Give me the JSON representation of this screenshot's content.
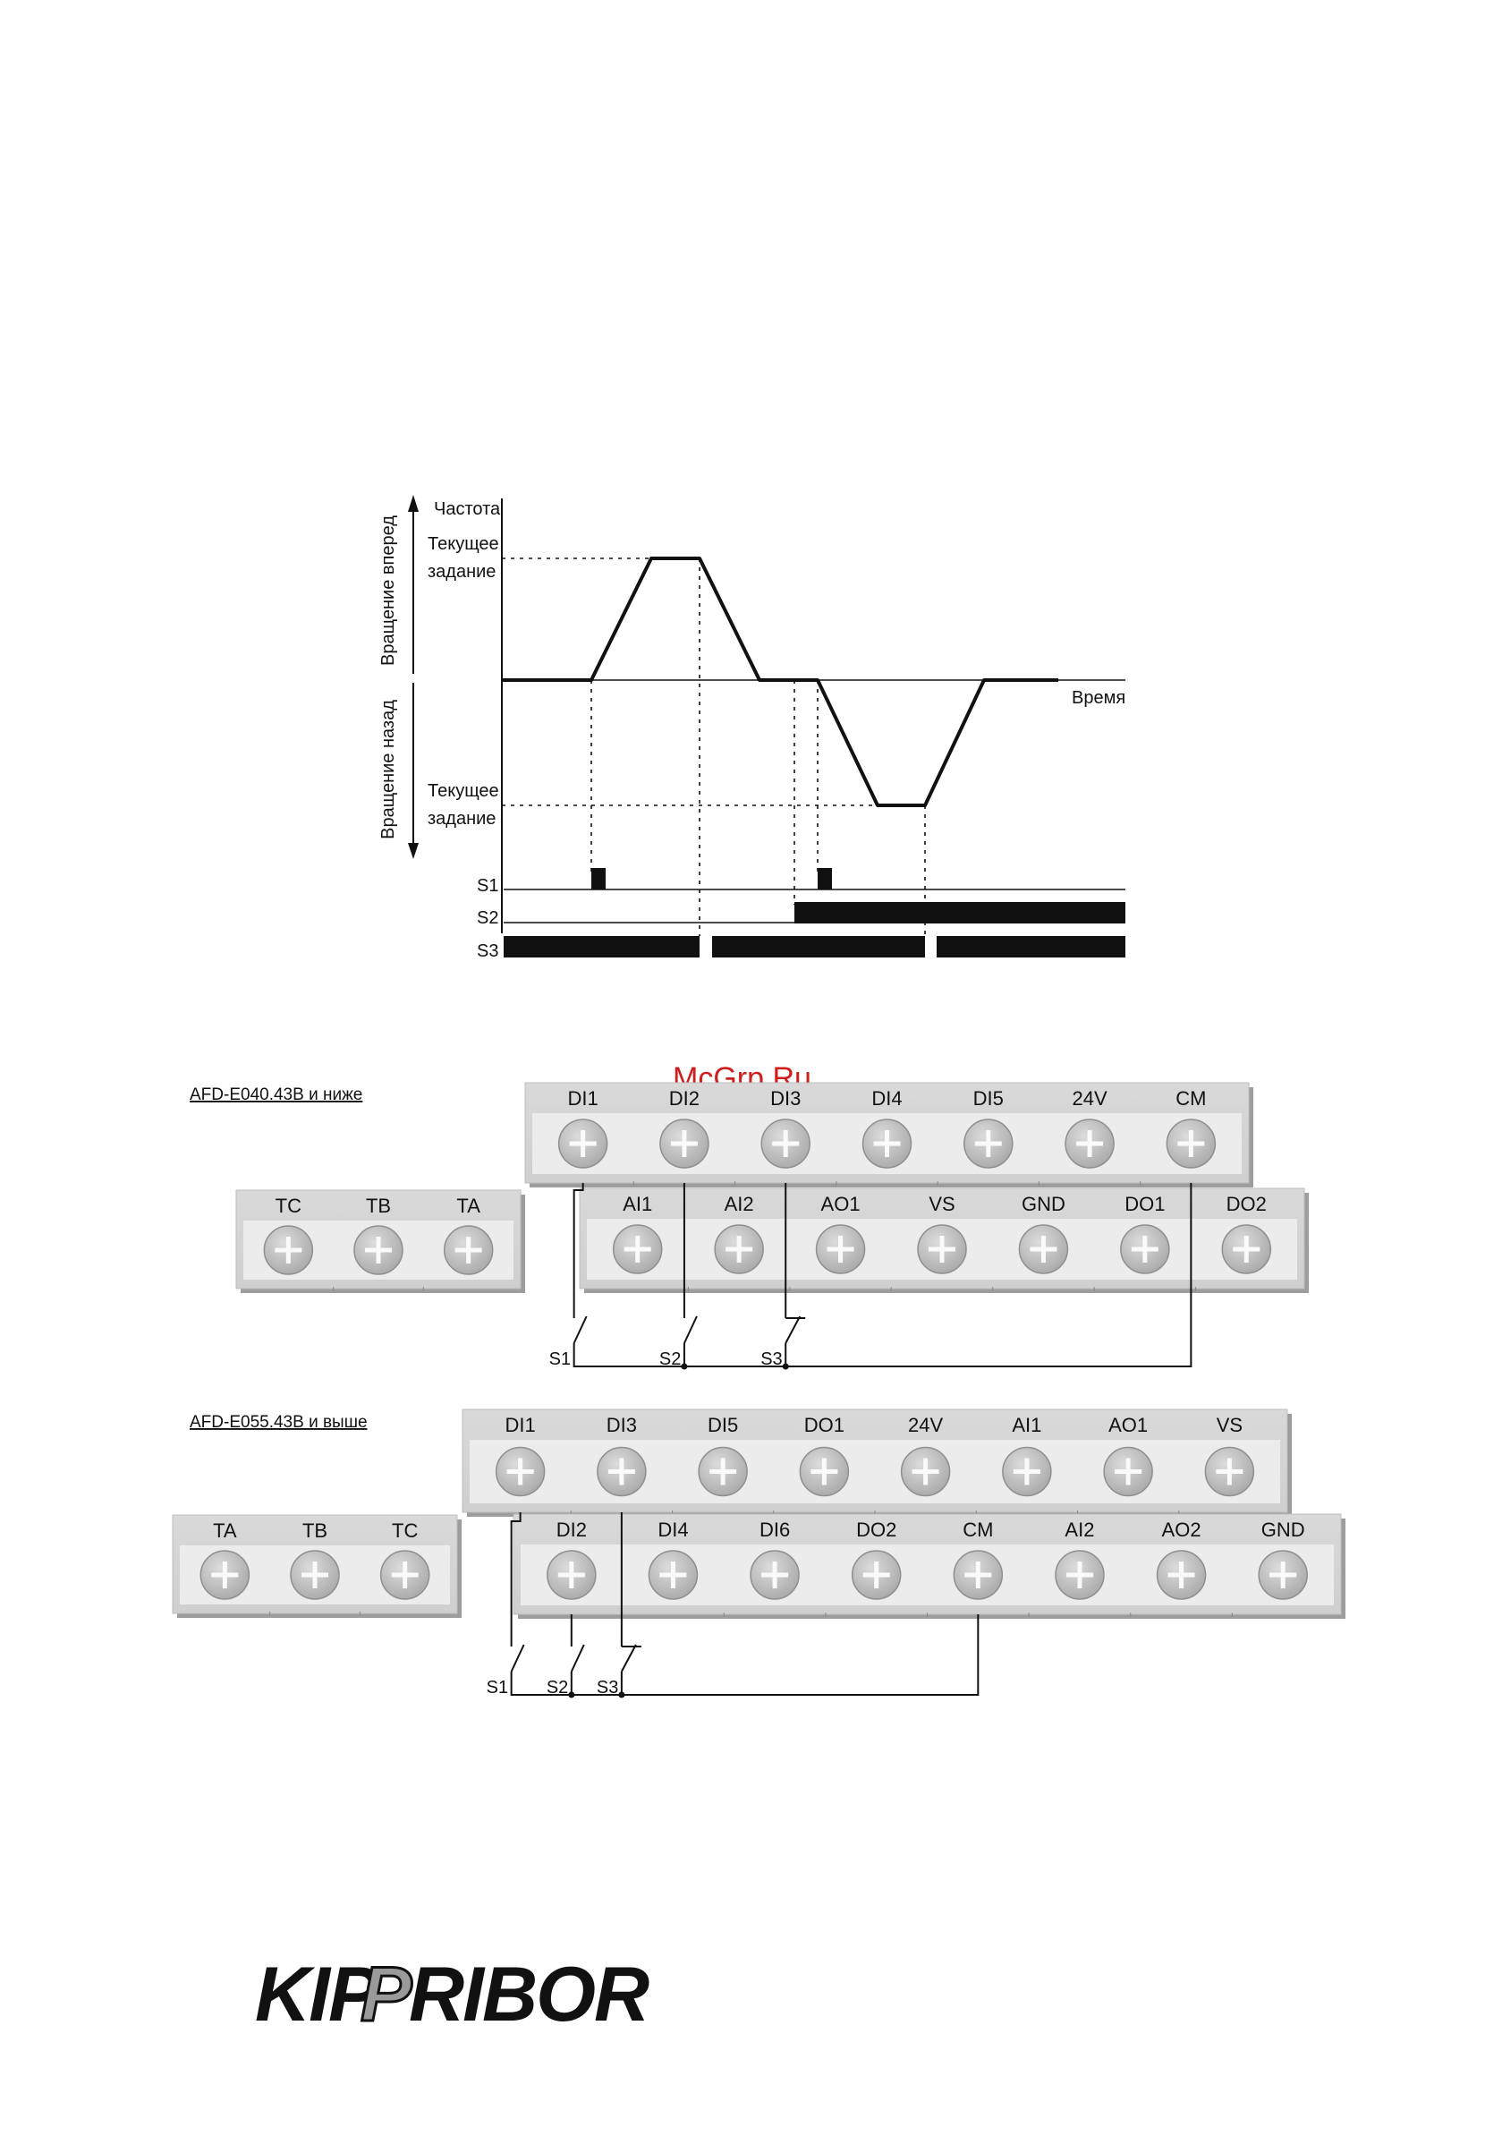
{
  "watermark": "McGrp.Ru",
  "logo": {
    "part1": "KIP",
    "part2": "P",
    "part3": "RIBOR"
  },
  "timing": {
    "y_top_label": "Частота",
    "forward_label": "Вращение вперед",
    "reverse_label": "Вращение назад",
    "setpoint_top": [
      "Текущее",
      "задание"
    ],
    "setpoint_bottom": [
      "Текущее",
      "задание"
    ],
    "time_label": "Время",
    "signals": [
      "S1",
      "S2",
      "S3"
    ]
  },
  "wiring_small": {
    "title": "AFD-E040.43B и ниже",
    "top_row": [
      "DI1",
      "DI2",
      "DI3",
      "DI4",
      "DI5",
      "24V",
      "CM"
    ],
    "bottom_row": [
      "AI1",
      "AI2",
      "AO1",
      "VS",
      "GND",
      "DO1",
      "DO2"
    ],
    "relay_row": [
      "TC",
      "TB",
      "TA"
    ],
    "switches": [
      "S1",
      "S2",
      "S3"
    ]
  },
  "wiring_large": {
    "title": "AFD-E055.43B и выше",
    "top_row": [
      "DI1",
      "DI3",
      "DI5",
      "DO1",
      "24V",
      "AI1",
      "AO1",
      "VS"
    ],
    "bottom_row": [
      "DI2",
      "DI4",
      "DI6",
      "DO2",
      "CM",
      "AI2",
      "AO2",
      "GND"
    ],
    "relay_row": [
      "TA",
      "TB",
      "TC"
    ],
    "switches": [
      "S1",
      "S2",
      "S3"
    ]
  }
}
